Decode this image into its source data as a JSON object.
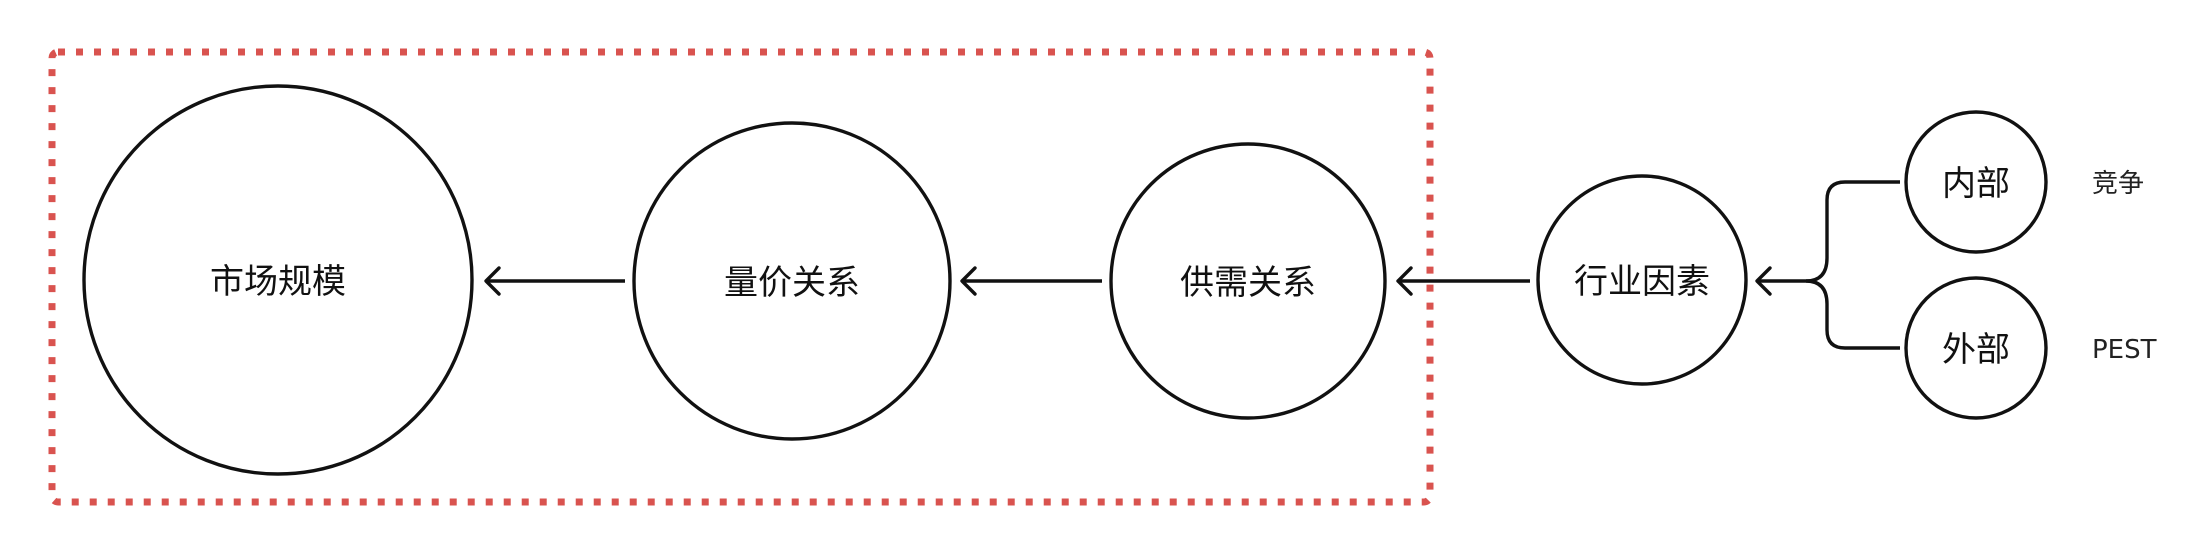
{
  "frame_color": "#d9534f",
  "line_color": "#111111",
  "nodes": {
    "market_size": "市场规模",
    "volume_price": "量价关系",
    "supply_demand": "供需关系",
    "industry_factors": "行业因素",
    "internal": "内部",
    "external": "外部"
  },
  "annotations": {
    "internal_note": "竞争",
    "external_note": "PEST"
  }
}
